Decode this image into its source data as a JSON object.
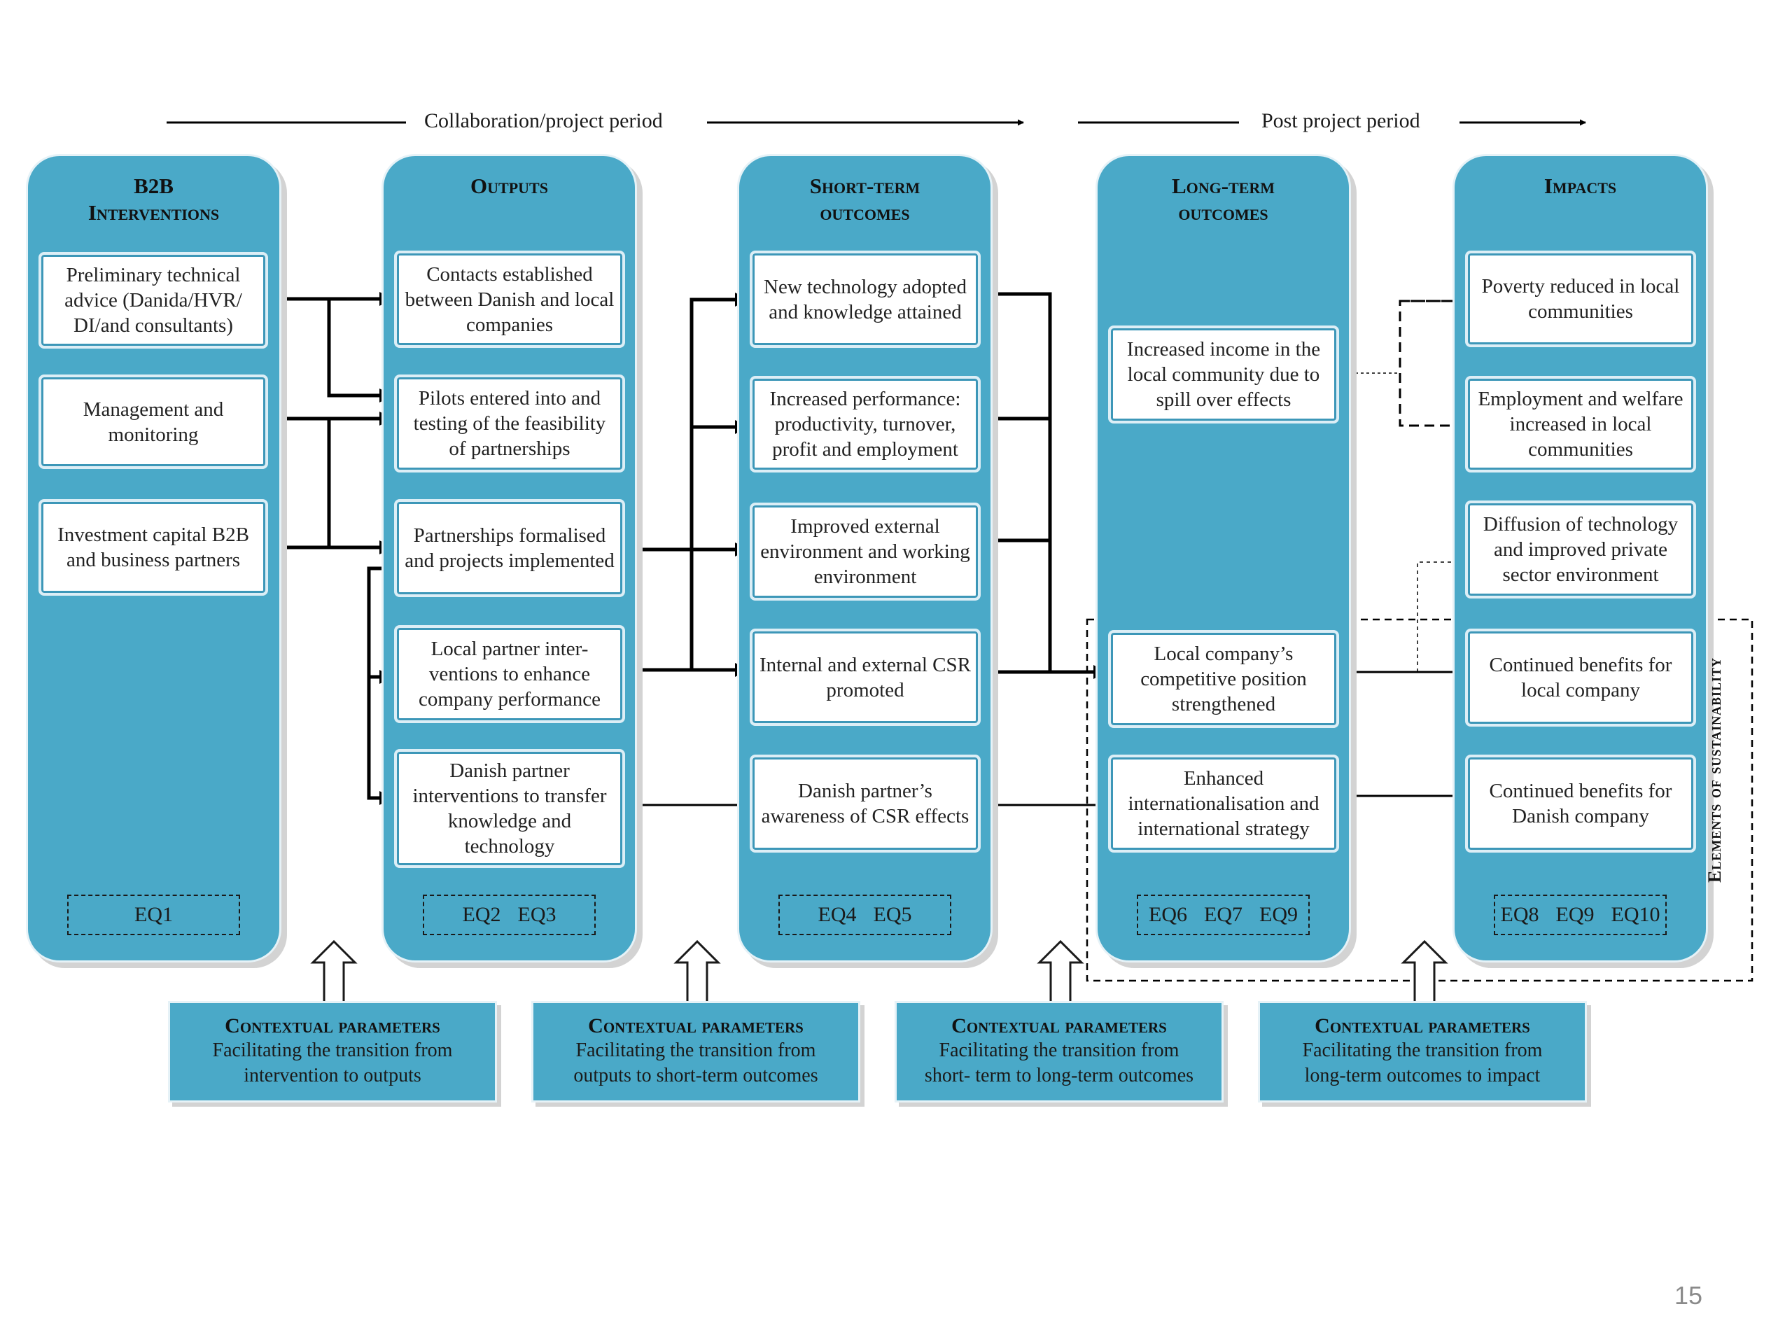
{
  "periods": {
    "project": "Collaboration/project period",
    "post": "Post project period"
  },
  "columns": [
    {
      "title": "B2B\nInterventions",
      "eq": [
        "EQ1"
      ]
    },
    {
      "title": "Outputs",
      "eq": [
        "EQ2",
        "EQ3"
      ]
    },
    {
      "title": "Short-term\noutcomes",
      "eq": [
        "EQ4",
        "EQ5"
      ]
    },
    {
      "title": "Long-term\noutcomes",
      "eq": [
        "EQ6",
        "EQ7",
        "EQ9"
      ]
    },
    {
      "title": "Impacts",
      "eq": [
        "EQ8",
        "EQ9",
        "EQ10"
      ]
    }
  ],
  "boxes": {
    "b2b_1": "Preliminary technical advice (Danida/HVR/ DI/and consultants)",
    "b2b_2": "Management and monitoring",
    "b2b_3": "Investment capital B2B and business partners",
    "out_1": "Contacts established between Danish and local companies",
    "out_2": "Pilots entered into and testing of the feasibility of partnerships",
    "out_3": "Partnerships formalised and projects implemented",
    "out_4": "Local partner inter- ventions to enhance company performance",
    "out_5": "Danish partner interventions to transfer knowledge and technology",
    "st_1": "New technology adopted and knowledge attained",
    "st_2": "Increased performance: productivity, turnover, profit and employment",
    "st_3": "Improved external environment and working environment",
    "st_4": "Internal and external CSR promoted",
    "st_5": "Danish partner’s awareness of CSR effects",
    "lt_1": "Increased income in the local community due to spill over effects",
    "lt_2": "Local company’s competitive position strengthened",
    "lt_3": "Enhanced internationalisation and international strategy",
    "im_1": "Poverty reduced in local communities",
    "im_2": "Employment and welfare increased in local communities",
    "im_3": "Diffusion of technology and improved private sector environment",
    "im_4": "Continued benefits for local company",
    "im_5": "Continued benefits for Danish company"
  },
  "contextual": [
    {
      "title": "Contextual parameters",
      "text": "Facilitating the transition from\nintervention to outputs"
    },
    {
      "title": "Contextual parameters",
      "text": "Facilitating the transition from\noutputs to short-term outcomes"
    },
    {
      "title": "Contextual parameters",
      "text": "Facilitating the transition from\nshort- term to long-term outcomes"
    },
    {
      "title": "Contextual parameters",
      "text": "Facilitating the transition from\nlong-term outcomes to impact"
    }
  ],
  "sustainability_label": "Elements of sustainability",
  "page_number": "15"
}
